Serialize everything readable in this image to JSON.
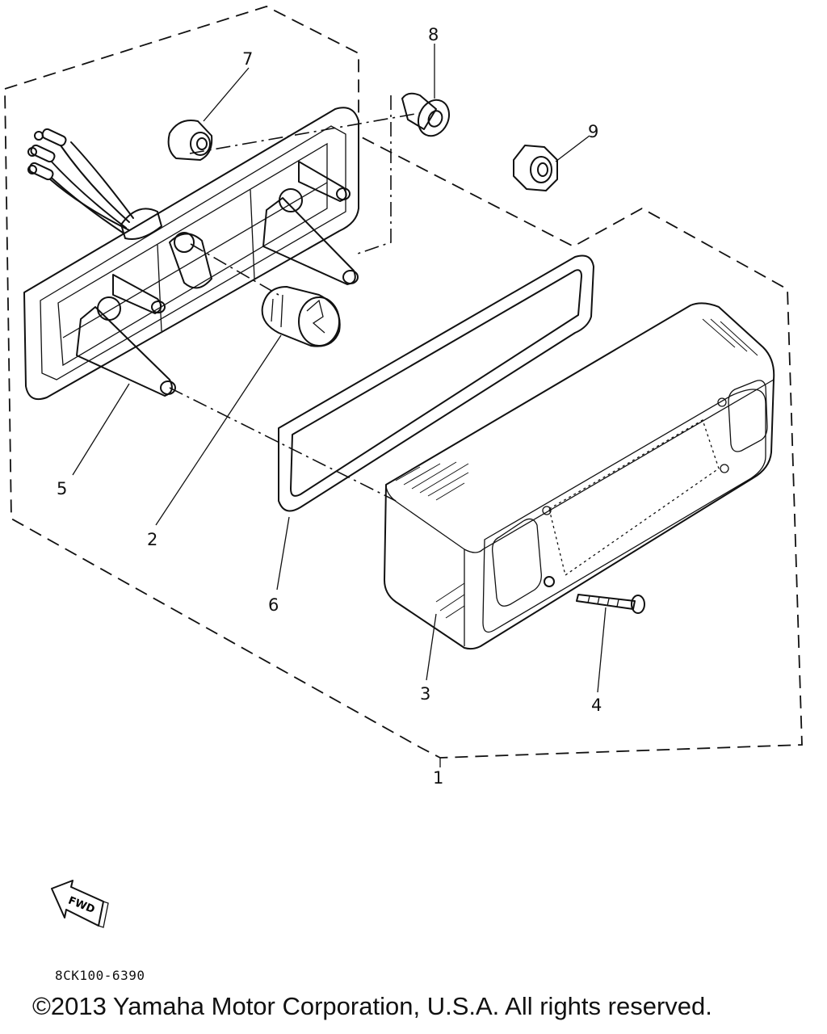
{
  "diagram": {
    "callouts": {
      "c1": "1",
      "c2": "2",
      "c3": "3",
      "c4": "4",
      "c5": "5",
      "c6": "6",
      "c7": "7",
      "c8": "8",
      "c9": "9"
    },
    "fwd_arrow_label": "FWD",
    "part_code": "8CK100-6390",
    "copyright": "©2013 Yamaha Motor Corporation, U.S.A. All rights reserved."
  }
}
